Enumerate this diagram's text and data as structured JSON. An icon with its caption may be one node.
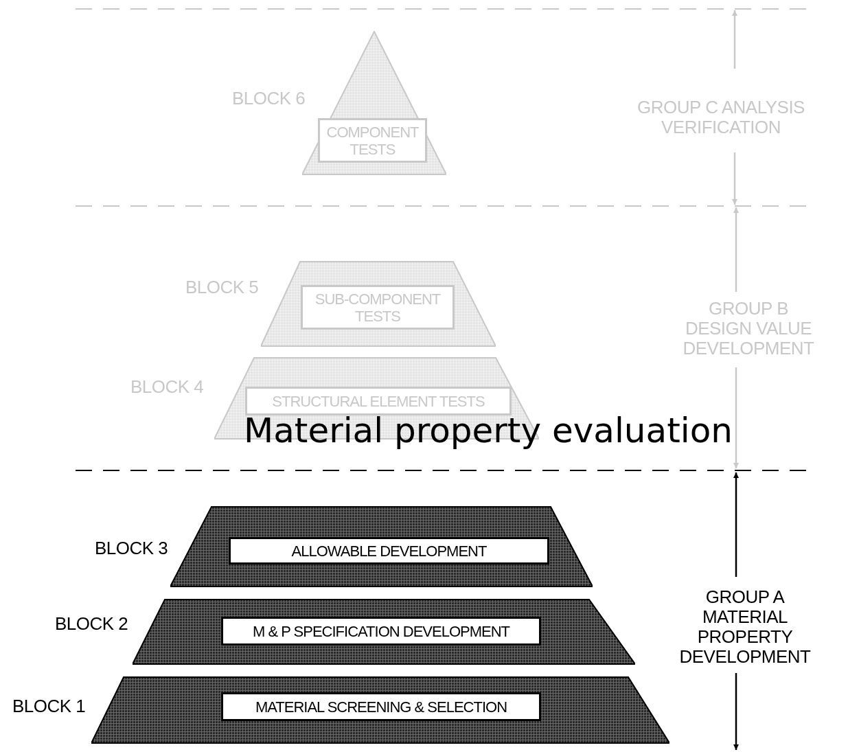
{
  "diagram": {
    "title": "Material property evaluation",
    "nodes": [
      {
        "text": [],
        "shape": "triangle",
        "beside": [
          "BLOCK 6"
        ]
      },
      {
        "text": [
          "COMPONENT TESTS"
        ],
        "in": 0
      },
      {
        "text": [],
        "shape": "trapezoid",
        "beside": [
          "BLOCK 5"
        ]
      },
      {
        "text": [
          "SUB-COMPONENT TESTS"
        ],
        "in": 2
      },
      {
        "text": [],
        "shape": "trapezoid",
        "beside": [
          "BLOCK 4"
        ]
      },
      {
        "text": [
          "STRUCTURAL ELEMENT TESTS"
        ],
        "in": 4
      },
      {
        "text": [],
        "shape": "trapezoid",
        "beside": [
          "BLOCK 3"
        ]
      },
      {
        "text": [
          "ALLOWABLE DEVELOPMENT"
        ],
        "in": 6
      },
      {
        "text": [],
        "shape": "trapezoid",
        "beside": [
          "BLOCK 2"
        ]
      },
      {
        "text": [
          "M & P SPECIFICATION DEVELOPMENT"
        ],
        "in": 8
      },
      {
        "text": [],
        "shape": "trapezoid",
        "beside": [
          "BLOCK 1"
        ]
      },
      {
        "text": [
          "MATERIAL SCREENING & SELECTION"
        ],
        "in": 10
      }
    ],
    "edges": [],
    "labels": [
      "GROUP C ANALYSIS VERIFICATION",
      "GROUP B DESIGN VALUE DEVELOPMENT",
      "GROUP A MATERIAL PROPERTY DEVELOPMENT"
    ]
  }
}
